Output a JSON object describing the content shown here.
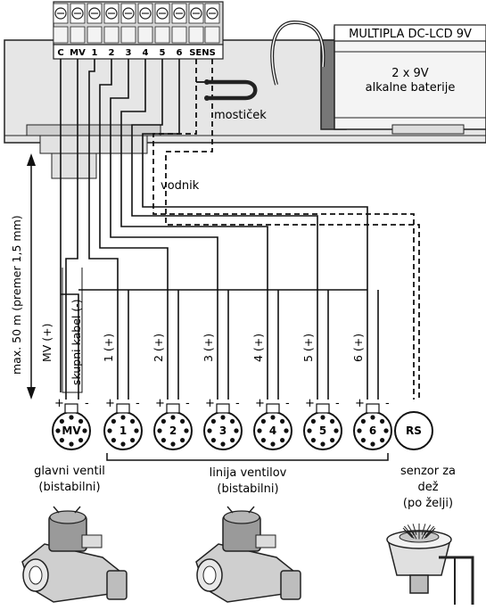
{
  "controller": {
    "title": "MULTIPLA DC-LCD 9V",
    "battery_line1": "2 x 9V",
    "battery_line2": "alkalne baterije"
  },
  "terminals": [
    "C",
    "MV",
    "1",
    "2",
    "3",
    "4",
    "5",
    "6",
    "SENS"
  ],
  "labels": {
    "bridge": "mostiček",
    "conduit": "vodnik",
    "max_length": "max. 50 m (premer 1,5 mm)",
    "mv_wire": "MV (+)",
    "common_wire": "skupni kabel (-)",
    "wire_1": "1 (+)",
    "wire_2": "2 (+)",
    "wire_3": "3 (+)",
    "wire_4": "4 (+)",
    "wire_5": "5 (+)",
    "wire_6": "6 (+)"
  },
  "valves": {
    "mv": "MV",
    "v1": "1",
    "v2": "2",
    "v3": "3",
    "v4": "4",
    "v5": "5",
    "v6": "6",
    "rs": "RS",
    "plus": "+",
    "minus": "-"
  },
  "captions": {
    "main_valve_1": "glavni ventil",
    "main_valve_2": "(bistabilni)",
    "valve_line_1": "linija ventilov",
    "valve_line_2": "(bistabilni)",
    "rain_sensor_1": "senzor za",
    "rain_sensor_2": "dež",
    "rain_sensor_3": "(po želji)"
  }
}
